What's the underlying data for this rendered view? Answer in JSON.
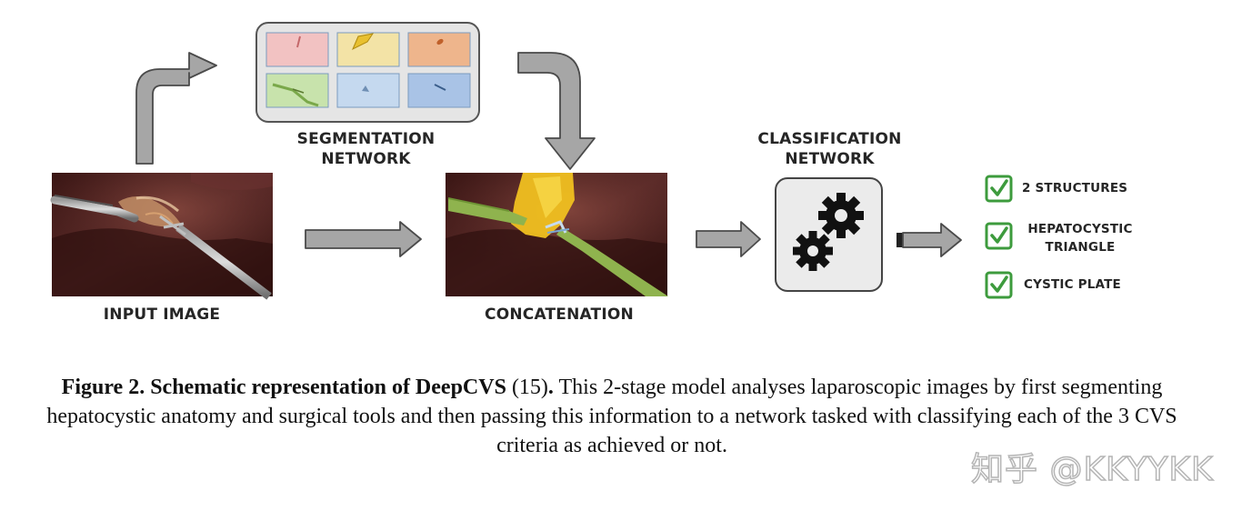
{
  "diagram": {
    "segmentation_label": "SEGMENTATION\nNETWORK",
    "classification_label": "CLASSIFICATION\nNETWORK",
    "input_label": "INPUT IMAGE",
    "concat_label": "CONCATENATION",
    "criteria": [
      {
        "label": "2 STRUCTURES"
      },
      {
        "label": "HEPATOCYSTIC\nTRIANGLE"
      },
      {
        "label": "CYSTIC PLATE"
      }
    ],
    "segmentation_tiles": [
      {
        "color": "#f2c2c2"
      },
      {
        "color": "#f3e3a6"
      },
      {
        "color": "#eeb58c"
      },
      {
        "color": "#c8e3ac"
      },
      {
        "color": "#c5d9ef"
      },
      {
        "color": "#a9c3e6"
      }
    ],
    "colors": {
      "arrow": "#a6a6a6",
      "check": "#3d9b3d",
      "gear_box": "#ebebeb"
    }
  },
  "caption": {
    "bold": "Figure 2. Schematic representation of DeepCVS",
    "ref": " (15)",
    "bold_period": ".",
    "text": " This 2-stage model analyses laparoscopic images by first segmenting hepatocystic anatomy and surgical tools and then passing this information to a network tasked with classifying each of the 3 CVS criteria as achieved or not."
  },
  "watermark": "知乎 @KKYYKK"
}
